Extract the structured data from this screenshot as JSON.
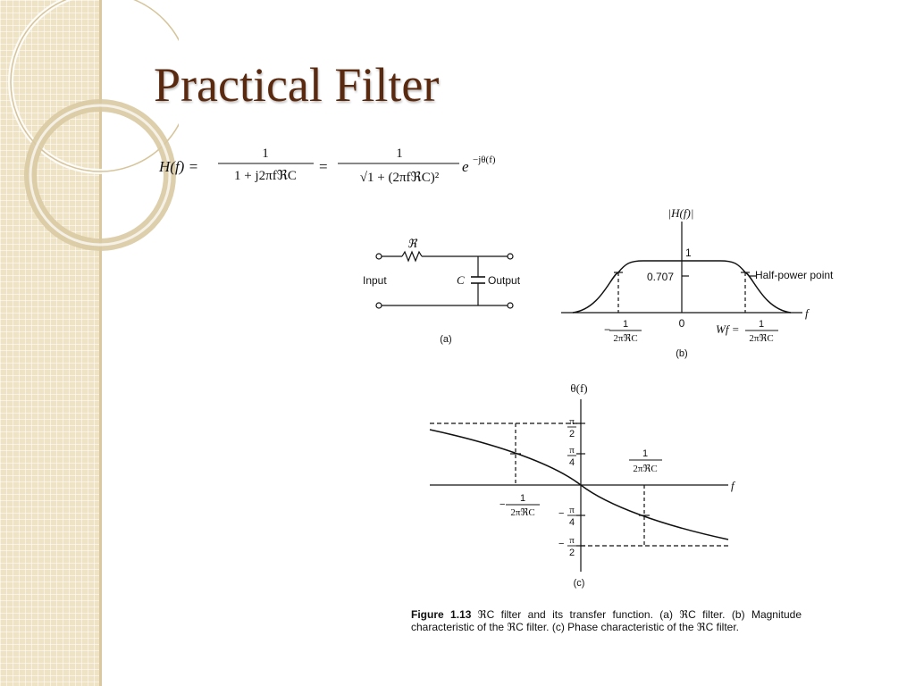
{
  "slide": {
    "title": "Practical Filter"
  },
  "equation": {
    "lhs": "H(f) =",
    "frac1_num": "1",
    "frac1_den": "1 + j2πfℜC",
    "eq": "=",
    "frac2_num": "1",
    "frac2_den": "√1 + (2πfℜC)²",
    "exp_base": "e",
    "exp_power": "−jθ(f)"
  },
  "figure_a": {
    "resistor_label": "ℜ",
    "input_label": "Input",
    "capacitor_label": "C",
    "output_label": "Output",
    "panel_label": "(a)"
  },
  "figure_b": {
    "y_axis_label": "|H(f)|",
    "one_label": "1",
    "half_power_value": "0.707",
    "half_power_label": "Half-power point",
    "x_axis_label": "f",
    "neg_tick": {
      "sign": "−",
      "num": "1",
      "den": "2πℜC"
    },
    "zero_label": "0",
    "wf_label": "Wf =",
    "pos_tick": {
      "num": "1",
      "den": "2πℜC"
    },
    "panel_label": "(b)"
  },
  "figure_c": {
    "y_axis_label": "θ(f)",
    "x_axis_label": "f",
    "pi2": {
      "num": "π",
      "den": "2"
    },
    "pi4": {
      "num": "π",
      "den": "4"
    },
    "neg_pi4": {
      "sign": "−",
      "num": "π",
      "den": "4"
    },
    "neg_pi2": {
      "sign": "−",
      "num": "π",
      "den": "2"
    },
    "pos_tick": {
      "num": "1",
      "den": "2πℜC"
    },
    "neg_tick": {
      "sign": "−",
      "num": "1",
      "den": "2πℜC"
    },
    "panel_label": "(c)"
  },
  "caption": {
    "label": "Figure 1.13",
    "text": " ℜC filter and its transfer function. (a) ℜC filter. (b) Magnitude characteristic of the ℜC filter. (c) Phase characteristic of the ℜC filter."
  }
}
